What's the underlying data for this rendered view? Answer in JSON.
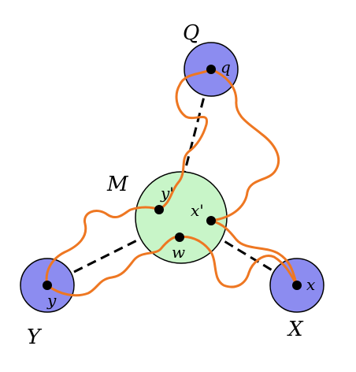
{
  "colors": {
    "outer_fill": "#8c8cf0",
    "center_fill": "#c8f5c8",
    "stroke": "#000000",
    "path": "#ee7722",
    "dashed": "#000000"
  },
  "nodes": {
    "Q": {
      "region_label": "Q",
      "point_label": "q"
    },
    "X": {
      "region_label": "X",
      "point_label": "x"
    },
    "Y": {
      "region_label": "Y",
      "point_label": "y"
    },
    "M": {
      "region_label": "M",
      "points": [
        "y'",
        "x'",
        "w"
      ]
    }
  },
  "icons": {
    "point": "dot-icon"
  }
}
